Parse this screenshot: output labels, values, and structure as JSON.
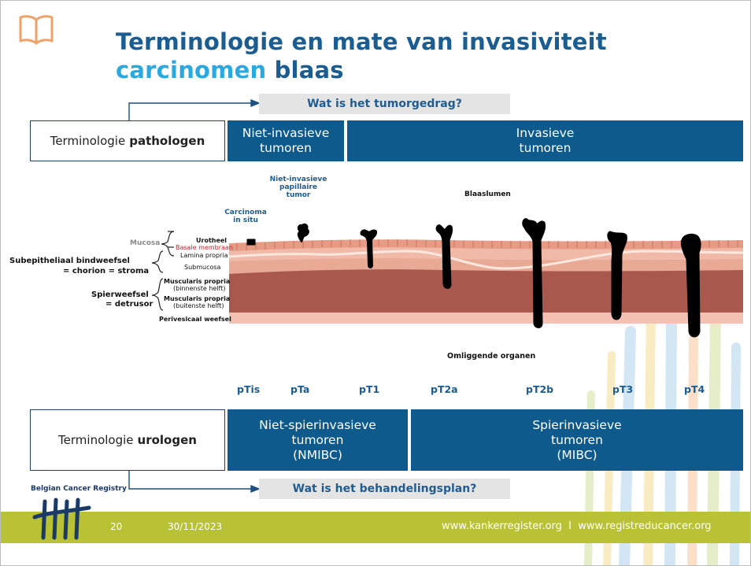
{
  "title": {
    "line1": "Terminologie en mate van invasiviteit",
    "line2_highlight": "carcinomen",
    "line2_rest": " blaas"
  },
  "icons": {
    "book": "open-book-icon",
    "registry_logo": "tally-marks-logo"
  },
  "question_top": "Wat is het tumorgedrag?",
  "question_bottom": "Wat is het behandelingsplan?",
  "pathology": {
    "label_prefix": "Terminologie",
    "label_bold": "pathologen",
    "non_invasive": "Niet-invasieve\ntumoren",
    "invasive": "Invasieve\ntumoren"
  },
  "urology": {
    "label_prefix": "Terminologie",
    "label_bold": "urologen",
    "nmibc": "Niet-spierinvasieve\ntumoren\n(NMIBC)",
    "mibc": "Spierinvasieve\ntumoren\n(MIBC)"
  },
  "diagram": {
    "non_invasive_papillary": "Niet-invasieve\npapillaire\ntumor",
    "carcinoma_in_situ": "Carcinoma\nin situ",
    "lumen": "Blaaslumen",
    "surrounding_organs": "Omliggende organen",
    "layers": {
      "mucosa": "Mucosa",
      "urotheel": "Urotheel",
      "basale_membraan": "Basale membraan",
      "lamina_propria": "Lamina propria",
      "submucosa": "Submucosa",
      "subepithelial_1": "Subepitheliaal bindweefsel",
      "subepithelial_2": "= chorion = stroma",
      "spierweefsel_1": "Spierweefsel",
      "spierweefsel_2": "= detrusor",
      "muscularis_inner": "Muscularis propria",
      "muscularis_inner_sub": "(binnenste helft)",
      "muscularis_outer": "Muscularis propria",
      "muscularis_outer_sub": "(buitenste helft)",
      "perivesicaal": "Perivesicaal weefsel"
    },
    "stages": [
      "pTis",
      "pTa",
      "pT1",
      "pT2a",
      "pT2b",
      "pT3",
      "pT4"
    ]
  },
  "footer": {
    "registry_name": "Belgian Cancer Registry",
    "page_number": "20",
    "date": "30/11/2023",
    "websites": "www.kankerregister.org  I  www.registreducancer.org"
  },
  "colors": {
    "brand_blue": "#0f5a8d",
    "title_blue": "#1b5c91",
    "highlight_blue": "#29a9e0",
    "footer_green": "#b8c234",
    "book_orange": "#f0a168",
    "tumor": "#000000"
  }
}
